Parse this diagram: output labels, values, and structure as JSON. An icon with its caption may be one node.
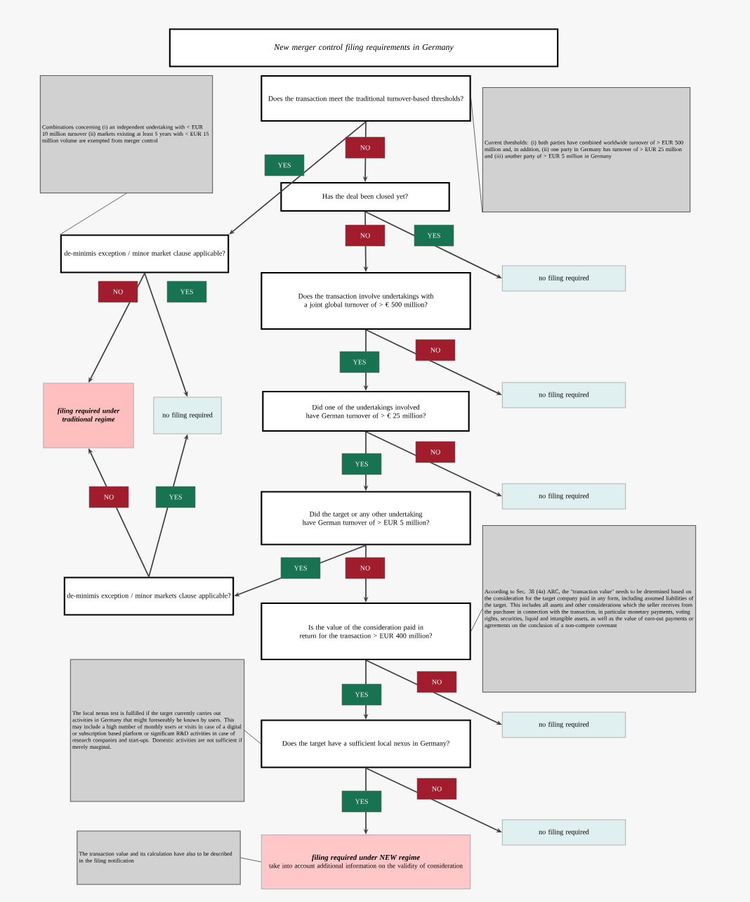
{
  "diagram": {
    "nodes": [
      {
        "text": [
          "New merger control filing requirements in Germany"
        ]
      },
      {
        "text": [
          "Combinations concerning (i) an independent undertaking with < EUR 10 million turnover (ii) markets existing at least 5 years with < EUR 15 million volume are exempted from merger control"
        ]
      },
      {
        "text": [
          "Does the transaction meet the traditional turnover-based thresholds?"
        ]
      },
      {
        "text": [
          "Current thresholds: (i) both parties have combined worldwide turnover of > EUR 500 million and, in addition, (ii) one party in Germany has turnover of > EUR 25 million and (iii) another party of > EUR 5 million in Germany"
        ]
      },
      {
        "text": [
          "Has the deal been closed yet?"
        ]
      },
      {
        "text": [
          "de-minimis exception / minor market clause applicable?"
        ]
      },
      {
        "text": [
          "no filing required"
        ]
      },
      {
        "text": [
          "Does the transaction involve undertakings with a joint global turnover of > € 500 million?"
        ]
      },
      {
        "text": [
          "filing required under traditional regime"
        ]
      },
      {
        "text": [
          "no filing required"
        ]
      },
      {
        "text": [
          "no filing required"
        ]
      },
      {
        "text": [
          "Did one of the undertakings involved have German turnover of > € 25 million?"
        ]
      },
      {
        "text": [
          "no filing required"
        ]
      },
      {
        "text": [
          "Did the target or any other undertaking have German turnover of > EUR 5 million?"
        ]
      },
      {
        "text": [
          "de-minimis exception / minor markets clause applicable?"
        ]
      },
      {
        "text": [
          "According to Sec. 38 (4a) ARC, the \"transaction value\" needs to be determined based on the consideration for the target company paid in any form, including assumed liabilities of the target. This includes all assets and other considerations which the seller receives from the purchaser in connection with the transaction, in particular monetary payments, voting rights, securities, liquid and intangible assets, as well as the value of earn-out payments or agreements on the conclusion of a non-compete covenant"
        ]
      },
      {
        "text": [
          "Is the value of the consideration paid in return for the transaction > EUR 400 million?"
        ]
      },
      {
        "text": [
          "The local nexus test is fulfilled if the target currently carries out activities in Germany that might foreseeably be known by users. This may include a high number of monthly users or visits in case of a digital or subscription based platform or significant R&D activities in case of research companies and start-ups. Domestic activities are not sufficient if merely marginal."
        ]
      },
      {
        "text": [
          "no filing required"
        ]
      },
      {
        "text": [
          "Does the target have a sufficient local nexus in Germany?"
        ]
      },
      {
        "text": [
          "no filing required"
        ]
      },
      {
        "text": [
          "The transaction value and its calculation have also to be described in the filing notification"
        ]
      },
      {
        "text": [
          "filing required under NEW regime",
          "take into account additional information on the validity of consideration"
        ]
      }
    ],
    "edges": [
      {
        "from": 2,
        "to": 4,
        "arrow": "to",
        "label": "NO"
      },
      {
        "from": 2,
        "to": 5,
        "arrow": "to",
        "label": "YES"
      },
      {
        "from": 1,
        "to": 5,
        "arrow": "none"
      },
      {
        "from": 2,
        "to": 3,
        "arrow": "none"
      },
      {
        "from": 4,
        "to": 7,
        "arrow": "to",
        "label": "NO"
      },
      {
        "from": 4,
        "to": 6,
        "arrow": "to",
        "label": "YES"
      },
      {
        "from": 5,
        "to": 8,
        "arrow": "to",
        "label": "NO"
      },
      {
        "from": 5,
        "to": 9,
        "arrow": "to",
        "label": "YES"
      },
      {
        "from": 7,
        "to": 11,
        "arrow": "to",
        "label": "YES"
      },
      {
        "from": 7,
        "to": 10,
        "arrow": "to",
        "label": "NO"
      },
      {
        "from": 11,
        "to": 13,
        "arrow": "to",
        "label": "YES"
      },
      {
        "from": 11,
        "to": 12,
        "arrow": "to",
        "label": "NO"
      },
      {
        "from": 13,
        "to": 14,
        "arrow": "to",
        "label": "YES"
      },
      {
        "from": 13,
        "to": 16,
        "arrow": "to",
        "label": "NO"
      },
      {
        "from": 14,
        "to": 8,
        "arrow": "to",
        "label": "NO"
      },
      {
        "from": 14,
        "to": 9,
        "arrow": "to",
        "label": "YES"
      },
      {
        "from": 16,
        "to": 15,
        "arrow": "none"
      },
      {
        "from": 16,
        "to": 19,
        "arrow": "to",
        "label": "YES"
      },
      {
        "from": 16,
        "to": 18,
        "arrow": "to",
        "label": "NO"
      },
      {
        "from": 17,
        "to": 19,
        "arrow": "none"
      },
      {
        "from": 19,
        "to": 22,
        "arrow": "to",
        "label": "YES"
      },
      {
        "from": 19,
        "to": 20,
        "arrow": "to",
        "label": "NO"
      },
      {
        "from": 21,
        "to": 22,
        "arrow": "none"
      }
    ]
  }
}
